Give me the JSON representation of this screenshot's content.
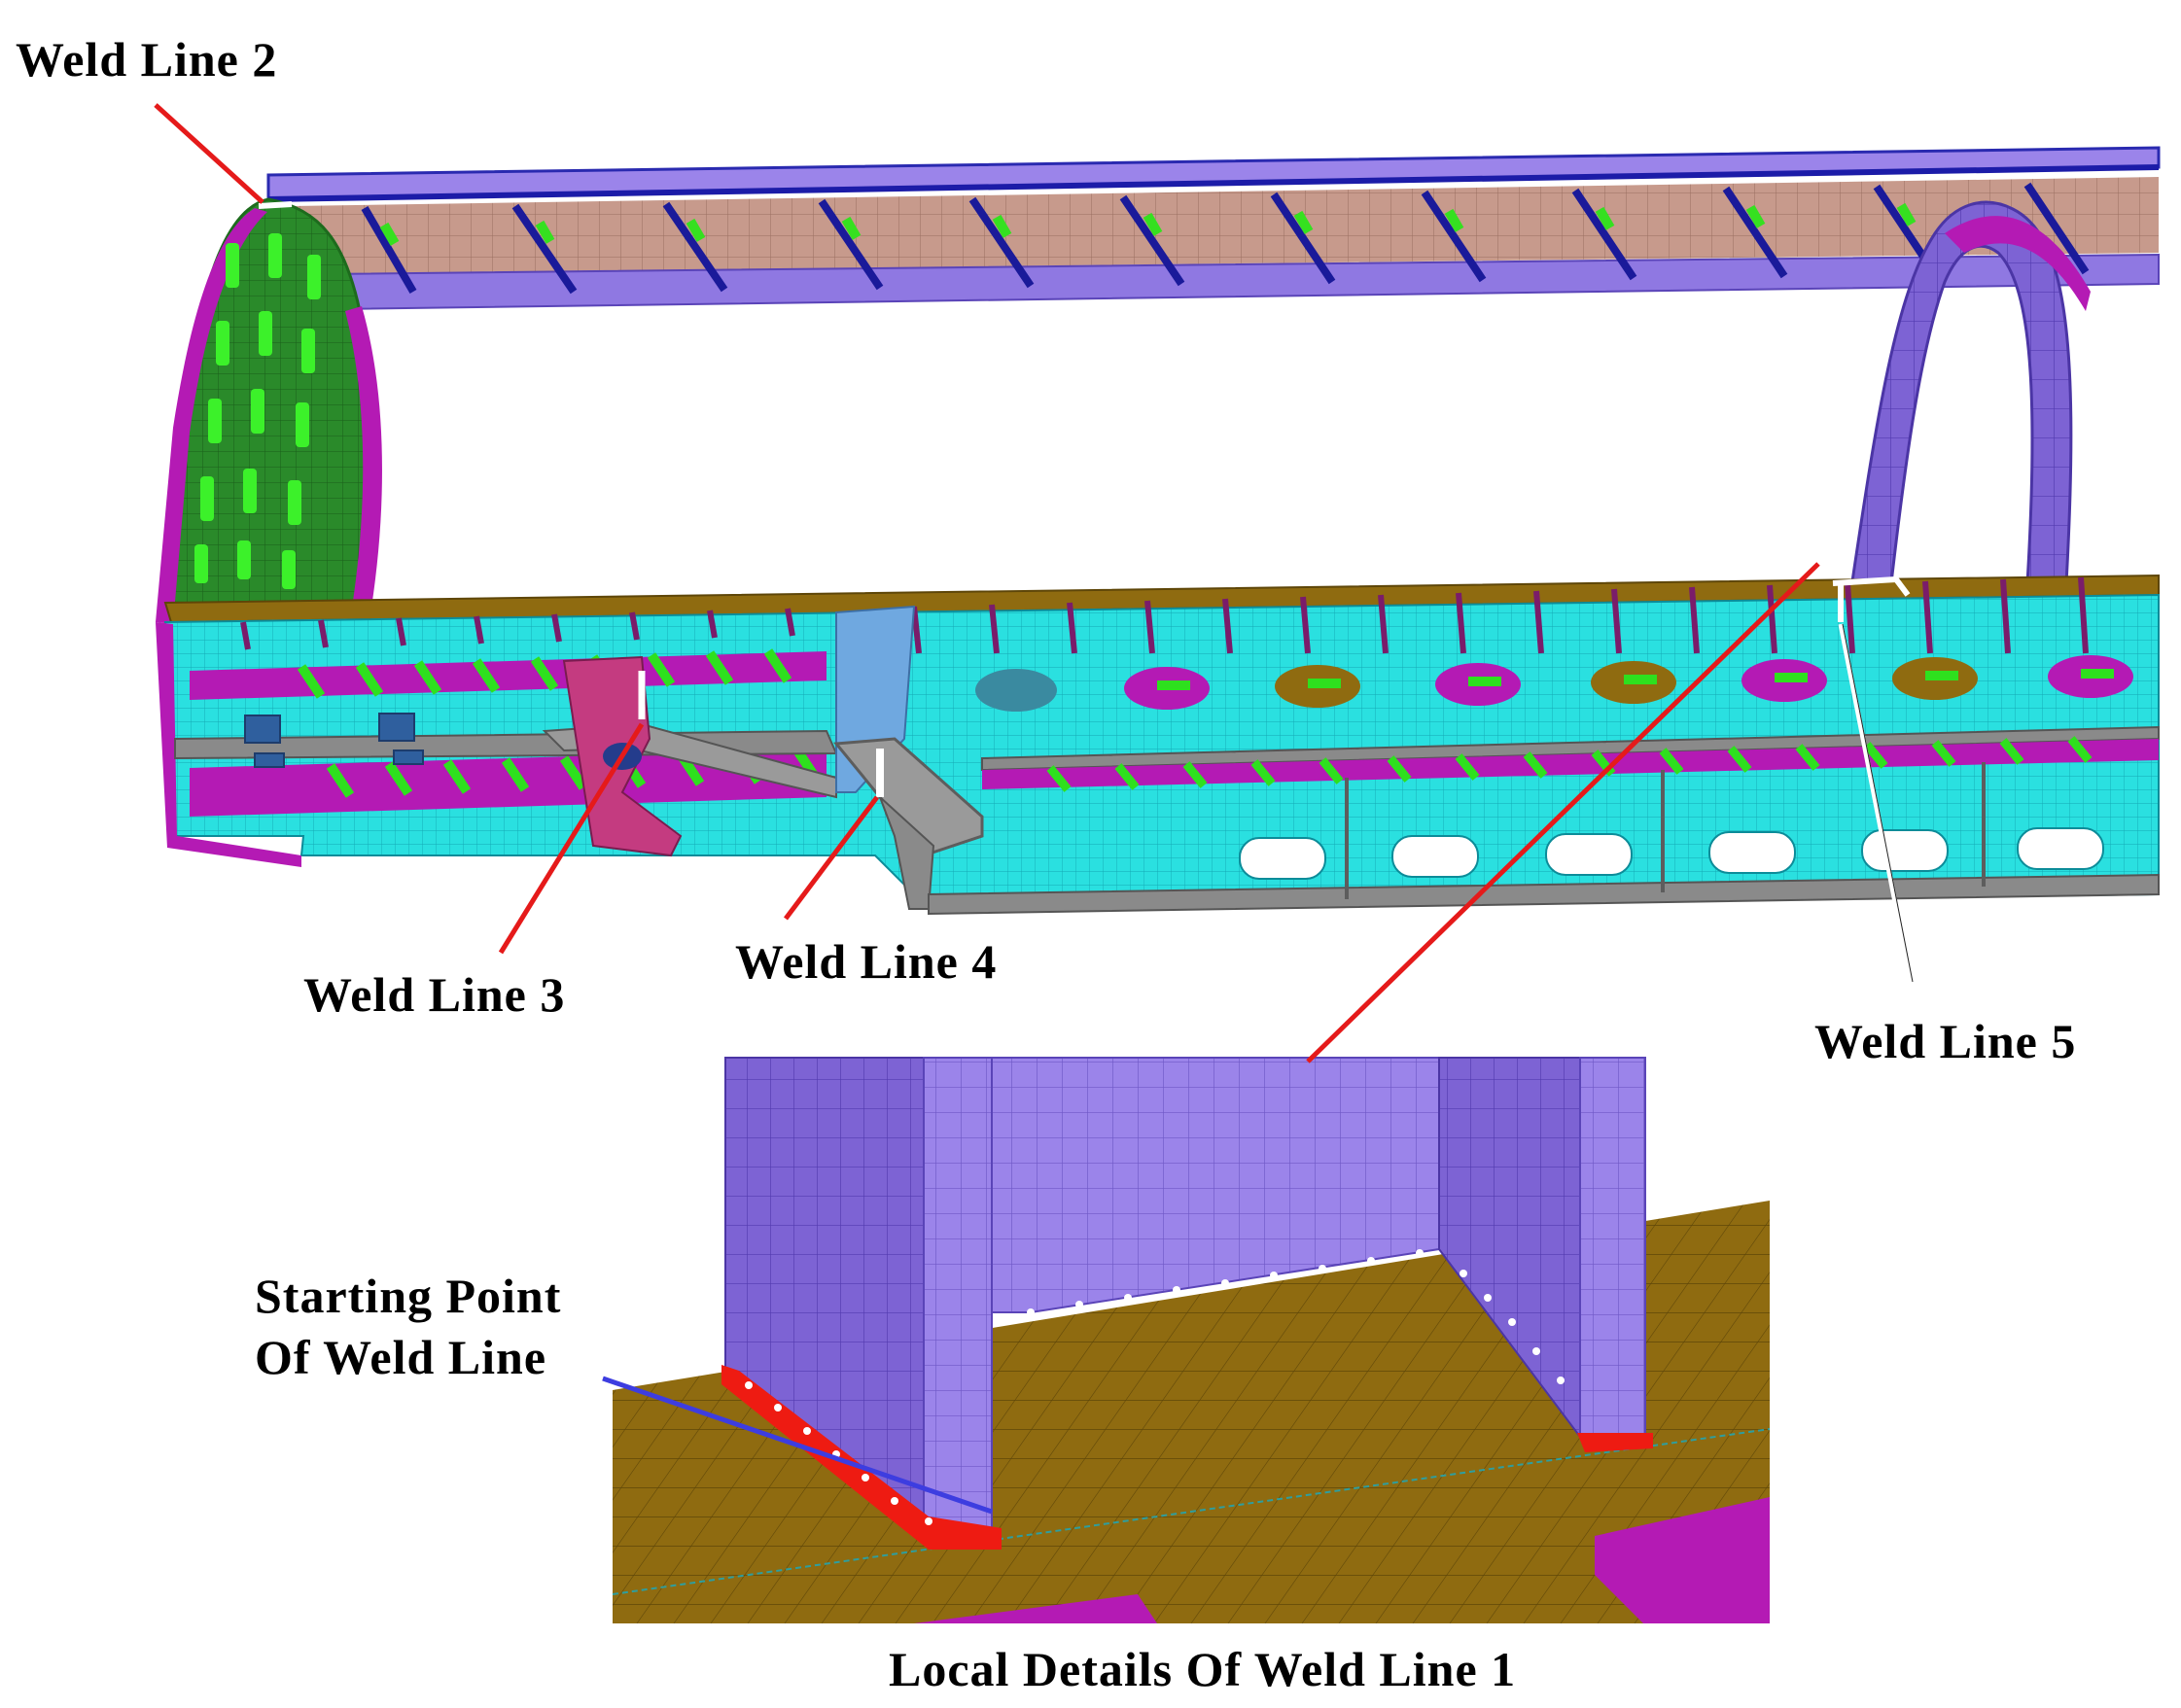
{
  "labels": {
    "weld_line_2": "Weld Line 2",
    "weld_line_3": "Weld Line 3",
    "weld_line_4": "Weld Line 4",
    "weld_line_5": "Weld Line 5",
    "starting_point_line1": "Starting Point",
    "starting_point_line2": "Of Weld Line",
    "caption": "Local Details Of Weld Line 1"
  },
  "colors": {
    "beam_purple": "#9b84ea",
    "beam_purple_dark": "#7a5fd0",
    "deck_cyan": "#28dfe0",
    "floor_brown": "#8f6b10",
    "stiffener_green": "#2ee01e",
    "magenta_plate": "#b41ab4",
    "weld_red": "#ee1b12",
    "leader_blue": "#3d3de0",
    "frame_grey": "#8a8a8a"
  }
}
